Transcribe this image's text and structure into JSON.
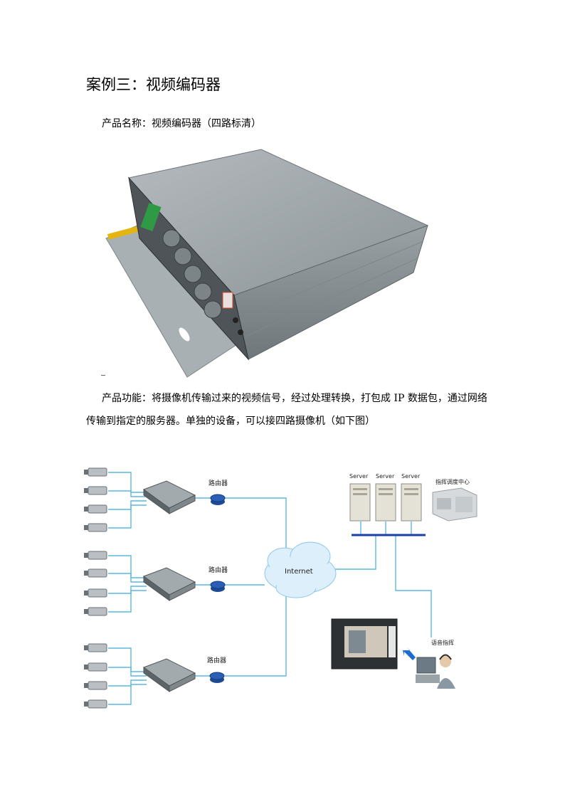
{
  "heading": "案例三：视频编码器",
  "product_name": "产品名称：视频编码器（四路标清）",
  "product_function_line1": "产品功能：将摄像机传输过来的视频信号，经过处理转换，打包成 IP 数据包，通过网络",
  "product_function_line2": "传输到指定的服务器。单独的设备，可以接四路摄像机（如下图）",
  "diagram": {
    "router_label": "路由器",
    "internet_label": "Internet",
    "server_label": "Server",
    "command_center_label": "指挥调度中心",
    "voice_command_label": "语音指挥"
  },
  "colors": {
    "link_line": "#5cb8e0",
    "lan_bar": "#1a3fa8",
    "cloud": "#dceffa",
    "router": "#2a5fb5",
    "device": "#8c9397"
  },
  "icons": [
    "camera-icon",
    "encoder-icon",
    "router-icon",
    "cloud-icon",
    "server-icon",
    "building-icon",
    "monitor-icon",
    "operator-icon",
    "arrow-icon"
  ]
}
